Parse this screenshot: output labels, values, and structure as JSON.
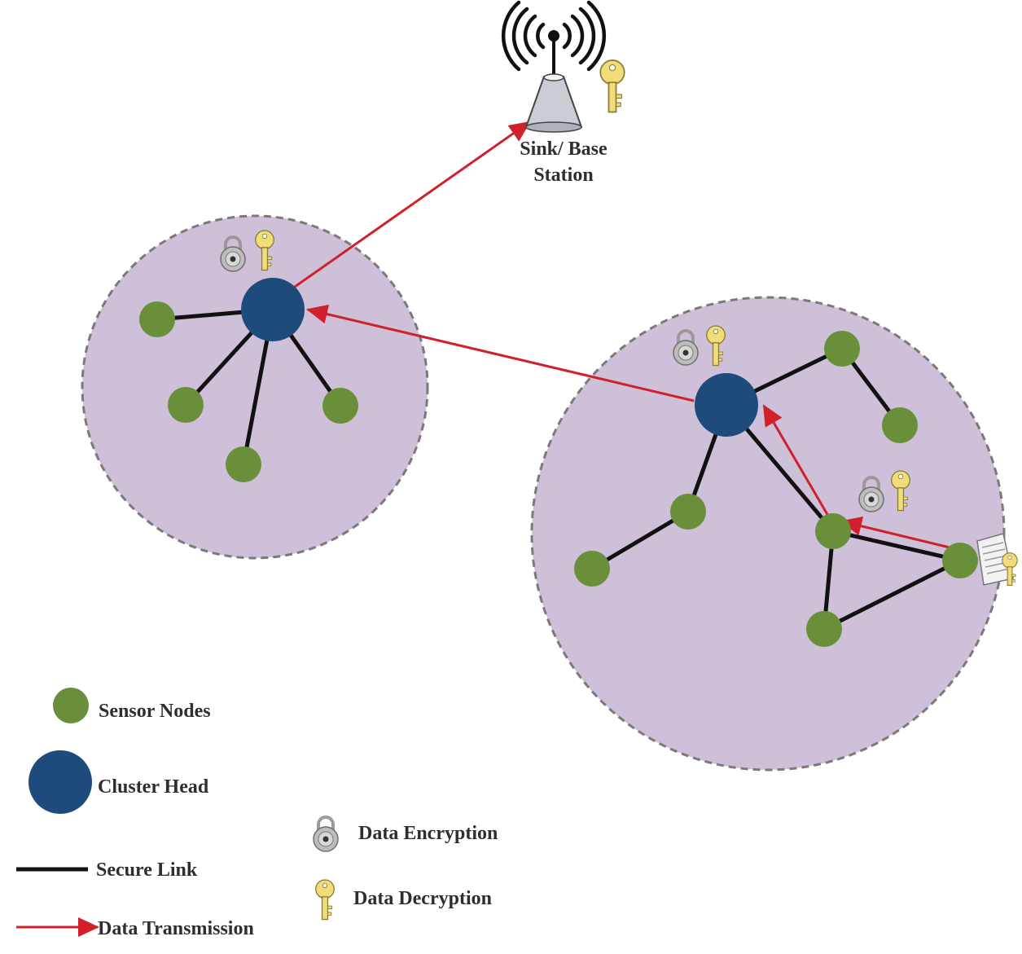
{
  "colors": {
    "cluster_fill": "#cfc0da",
    "cluster_border": "#7a7a7a",
    "sensor_node": "#6a8f3a",
    "cluster_head": "#1e4b7c",
    "secure_link": "#111111",
    "data_transmission": "#d0202a",
    "key": "#f0dc78",
    "lock": "#a9a9a9"
  },
  "base_station": {
    "label_line1": "Sink/ Base",
    "label_line2": "Station",
    "icon": "antenna-tower-icon"
  },
  "legend": {
    "sensor_nodes": "Sensor Nodes",
    "cluster_head": "Cluster Head",
    "secure_link": "Secure Link",
    "data_transmission": "Data Transmission",
    "data_encryption": "Data Encryption",
    "data_decryption": "Data Decryption"
  },
  "icons": [
    "padlock-icon",
    "key-icon",
    "binary-document-icon",
    "antenna-tower-icon"
  ]
}
